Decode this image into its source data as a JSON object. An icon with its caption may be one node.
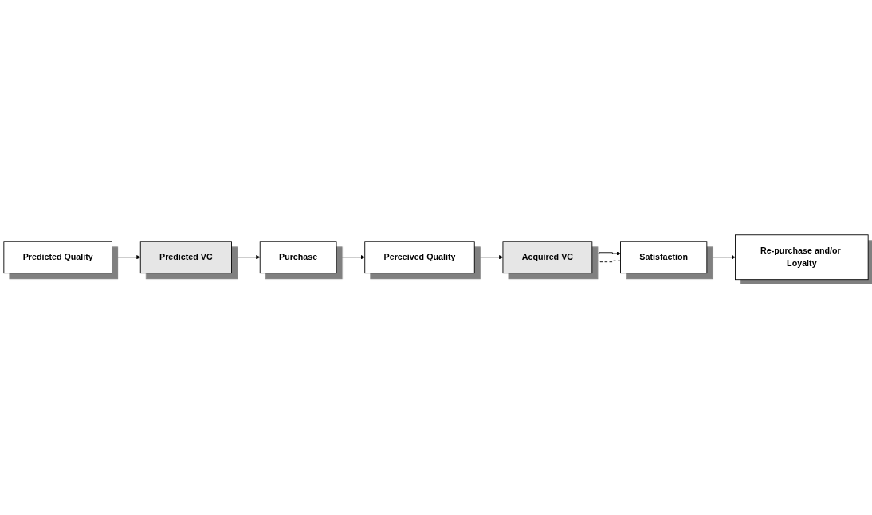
{
  "diagram": {
    "nodes": [
      {
        "text": [
          "Predicted Quality"
        ]
      },
      {
        "text": [
          "Predicted VC"
        ]
      },
      {
        "text": [
          "Purchase"
        ]
      },
      {
        "text": [
          "Perceived Quality"
        ]
      },
      {
        "text": [
          "Acquired VC"
        ]
      },
      {
        "text": [
          "Satisfaction"
        ]
      },
      {
        "text": [
          "Re-purchase and/or Loyalty"
        ]
      }
    ],
    "edges": [
      {
        "from": 0,
        "to": 1,
        "arrow": "to"
      },
      {
        "from": 1,
        "to": 2,
        "arrow": "to"
      },
      {
        "from": 2,
        "to": 3,
        "arrow": "to"
      },
      {
        "from": 3,
        "to": 4,
        "arrow": "to"
      },
      {
        "from": 4,
        "to": 5,
        "arrow": "to"
      },
      {
        "from": 5,
        "to": 6,
        "arrow": "to"
      },
      {
        "from": 5,
        "to": 4,
        "arrow": "to",
        "style": "dashed"
      }
    ]
  }
}
